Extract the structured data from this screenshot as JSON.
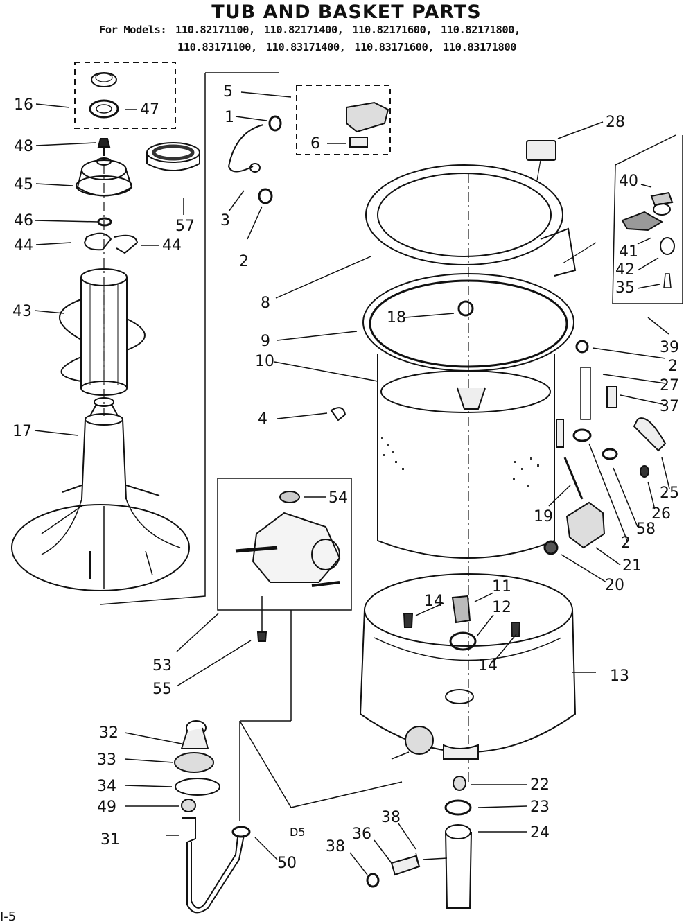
{
  "title": "TUB AND BASKET PARTS",
  "models": {
    "prefix": "For Models:",
    "row1": [
      "110.82171100,",
      "110.82171400,",
      "110.82171600,",
      "110.82171800,"
    ],
    "row2": [
      "110.83171100,",
      "110.83171400,",
      "110.83171600,",
      "110.83171800"
    ]
  },
  "callouts": [
    "16",
    "47",
    "48",
    "45",
    "57",
    "46",
    "44",
    "44",
    "43",
    "17",
    "5",
    "1",
    "6",
    "3",
    "2",
    "28",
    "40",
    "41",
    "42",
    "35",
    "39",
    "8",
    "18",
    "9",
    "10",
    "4",
    "2",
    "27",
    "37",
    "25",
    "26",
    "58",
    "2",
    "19",
    "21",
    "20",
    "54",
    "53",
    "55",
    "11",
    "12",
    "14",
    "14",
    "13",
    "32",
    "33",
    "34",
    "49",
    "31",
    "50",
    "22",
    "23",
    "24",
    "38",
    "36",
    "38",
    "D5"
  ],
  "page_mark": "I-5"
}
